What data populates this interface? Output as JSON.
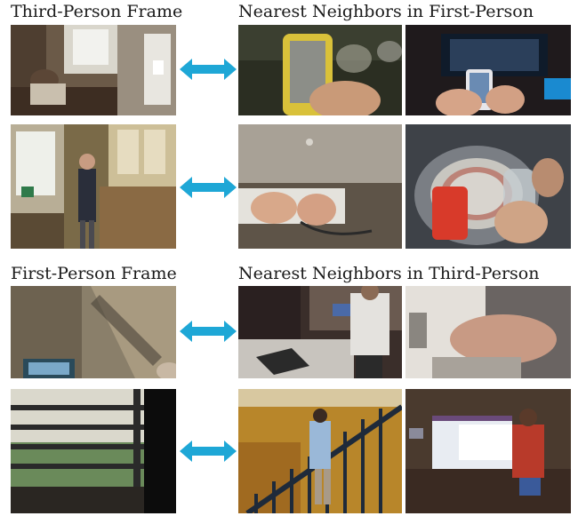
{
  "labels": {
    "third_person_frame": "Third-Person Frame",
    "nn_first_person": "Nearest Neighbors in First-Person",
    "first_person_frame": "First-Person Frame",
    "nn_third_person": "Nearest Neighbors in Third-Person"
  },
  "colors": {
    "arrow": "#1ea7d6"
  },
  "icons": {
    "arrow": "double-headed-arrow-icon"
  }
}
